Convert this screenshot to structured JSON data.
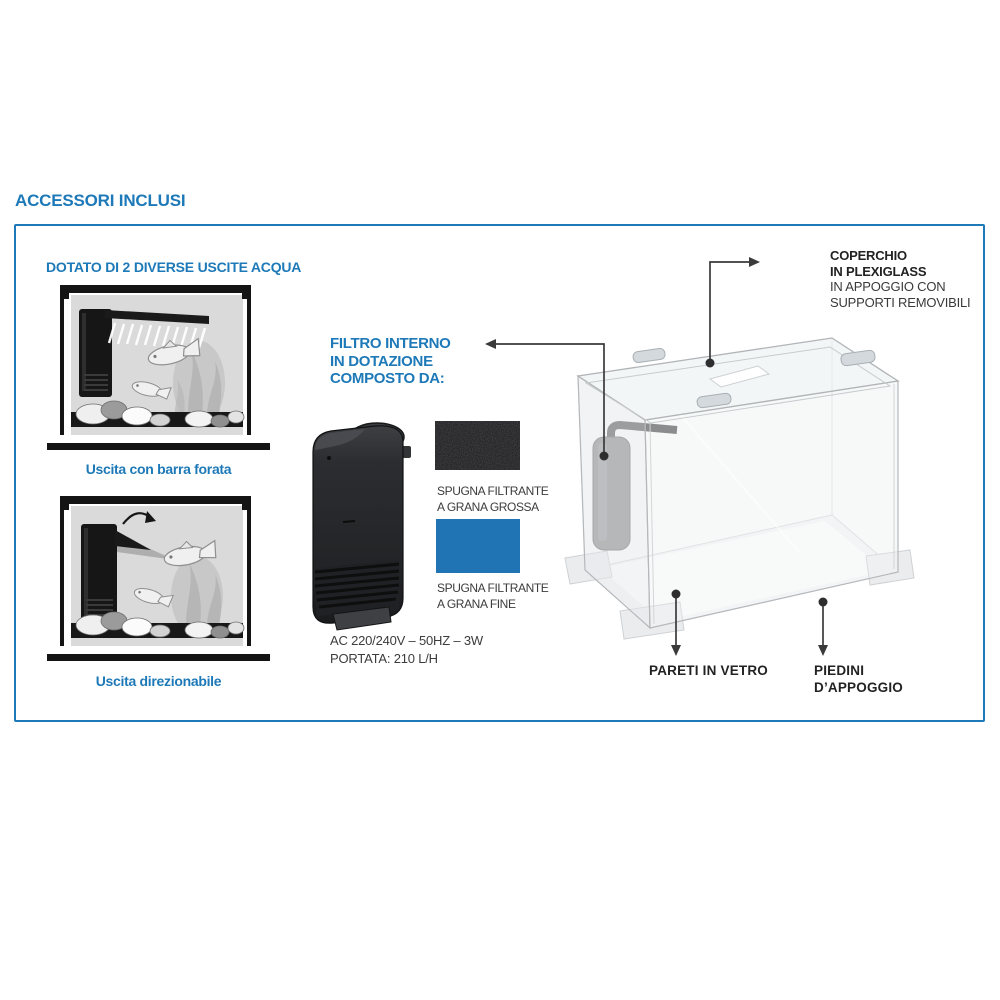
{
  "accent_color": "#1d79b8",
  "text_color": "#3c3c3c",
  "header": {
    "title": "ACCESSORI INCLUSI"
  },
  "outlets_section": {
    "heading": "DOTATO DI 2 DIVERSE USCITE ACQUA",
    "figures": [
      {
        "caption": "Uscita con barra forata"
      },
      {
        "caption": "Uscita direzionabile"
      }
    ]
  },
  "filter_section": {
    "heading_lines": [
      "FILTRO INTERNO",
      "IN DOTAZIONE",
      "COMPOSTO DA:"
    ],
    "sponges": [
      {
        "color": "#18181a",
        "label_lines": [
          "SPUGNA FILTRANTE",
          "A GRANA GROSSA"
        ]
      },
      {
        "color": "#1e79bd",
        "label_lines": [
          "SPUGNA FILTRANTE",
          "A GRANA FINE"
        ]
      }
    ],
    "specs_lines": [
      "AC 220/240V – 50HZ – 3W",
      "PORTATA: 210 L/H"
    ]
  },
  "tank_section": {
    "callout_lid": {
      "bold_lines": [
        "COPERCHIO",
        "IN PLEXIGLASS"
      ],
      "regular_lines": [
        "IN APPOGGIO CON",
        "SUPPORTI REMOVIBILI"
      ]
    },
    "callout_walls": "PARETI IN VETRO",
    "callout_feet_lines": [
      "PIEDINI",
      "D’APPOGGIO"
    ]
  }
}
